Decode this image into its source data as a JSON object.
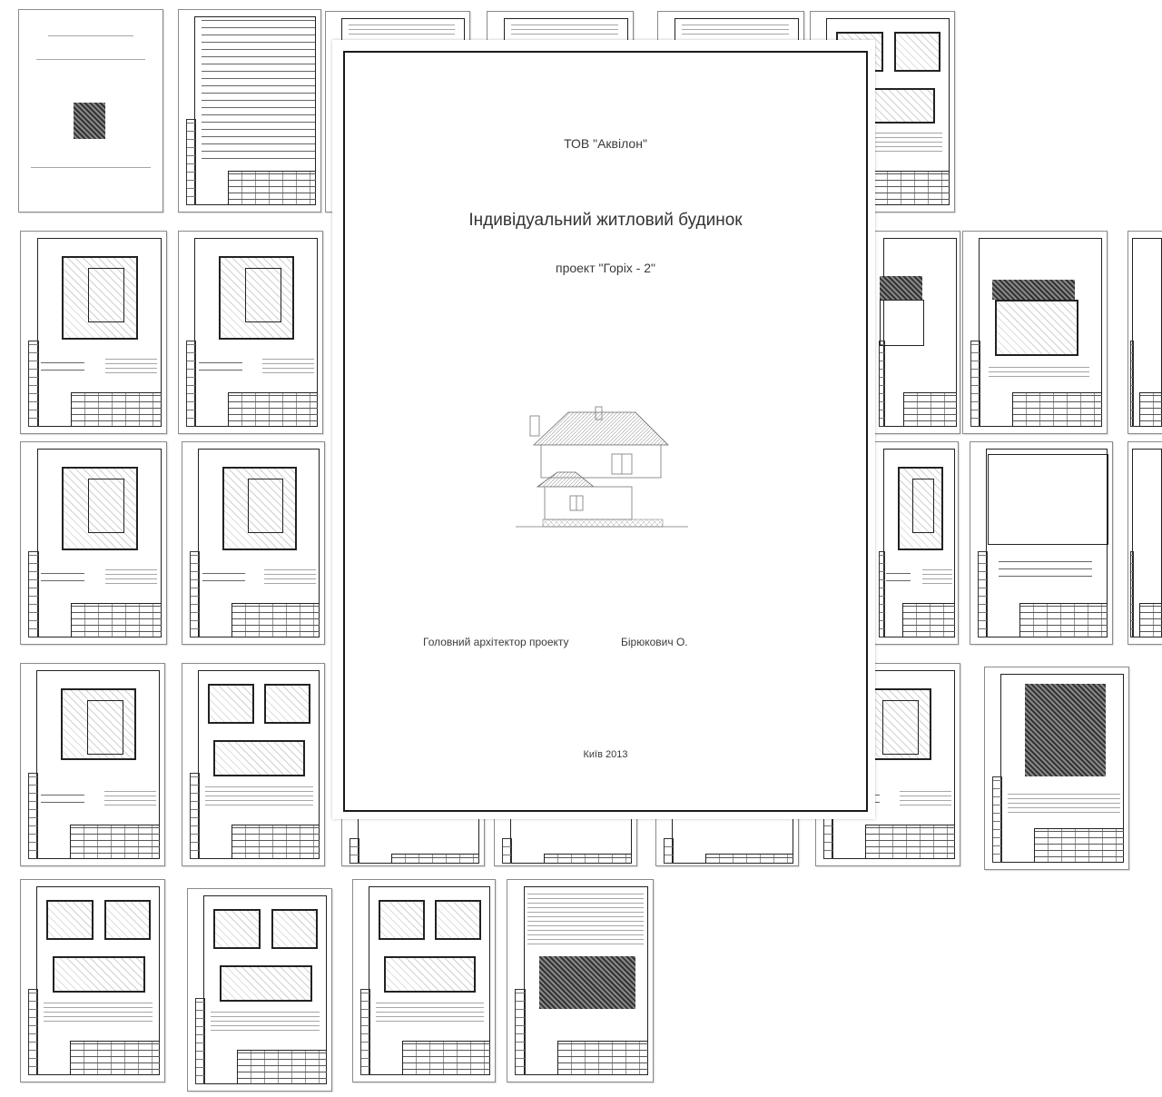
{
  "cover": {
    "company": "ТОВ \"Аквілон\"",
    "title": "Індивідуальний житловий будинок",
    "project": "проект \"Горіх - 2\"",
    "architect_role": "Головний архітектор проекту",
    "architect_name": "Бірюкович О.",
    "city_year": "Київ 2013"
  }
}
